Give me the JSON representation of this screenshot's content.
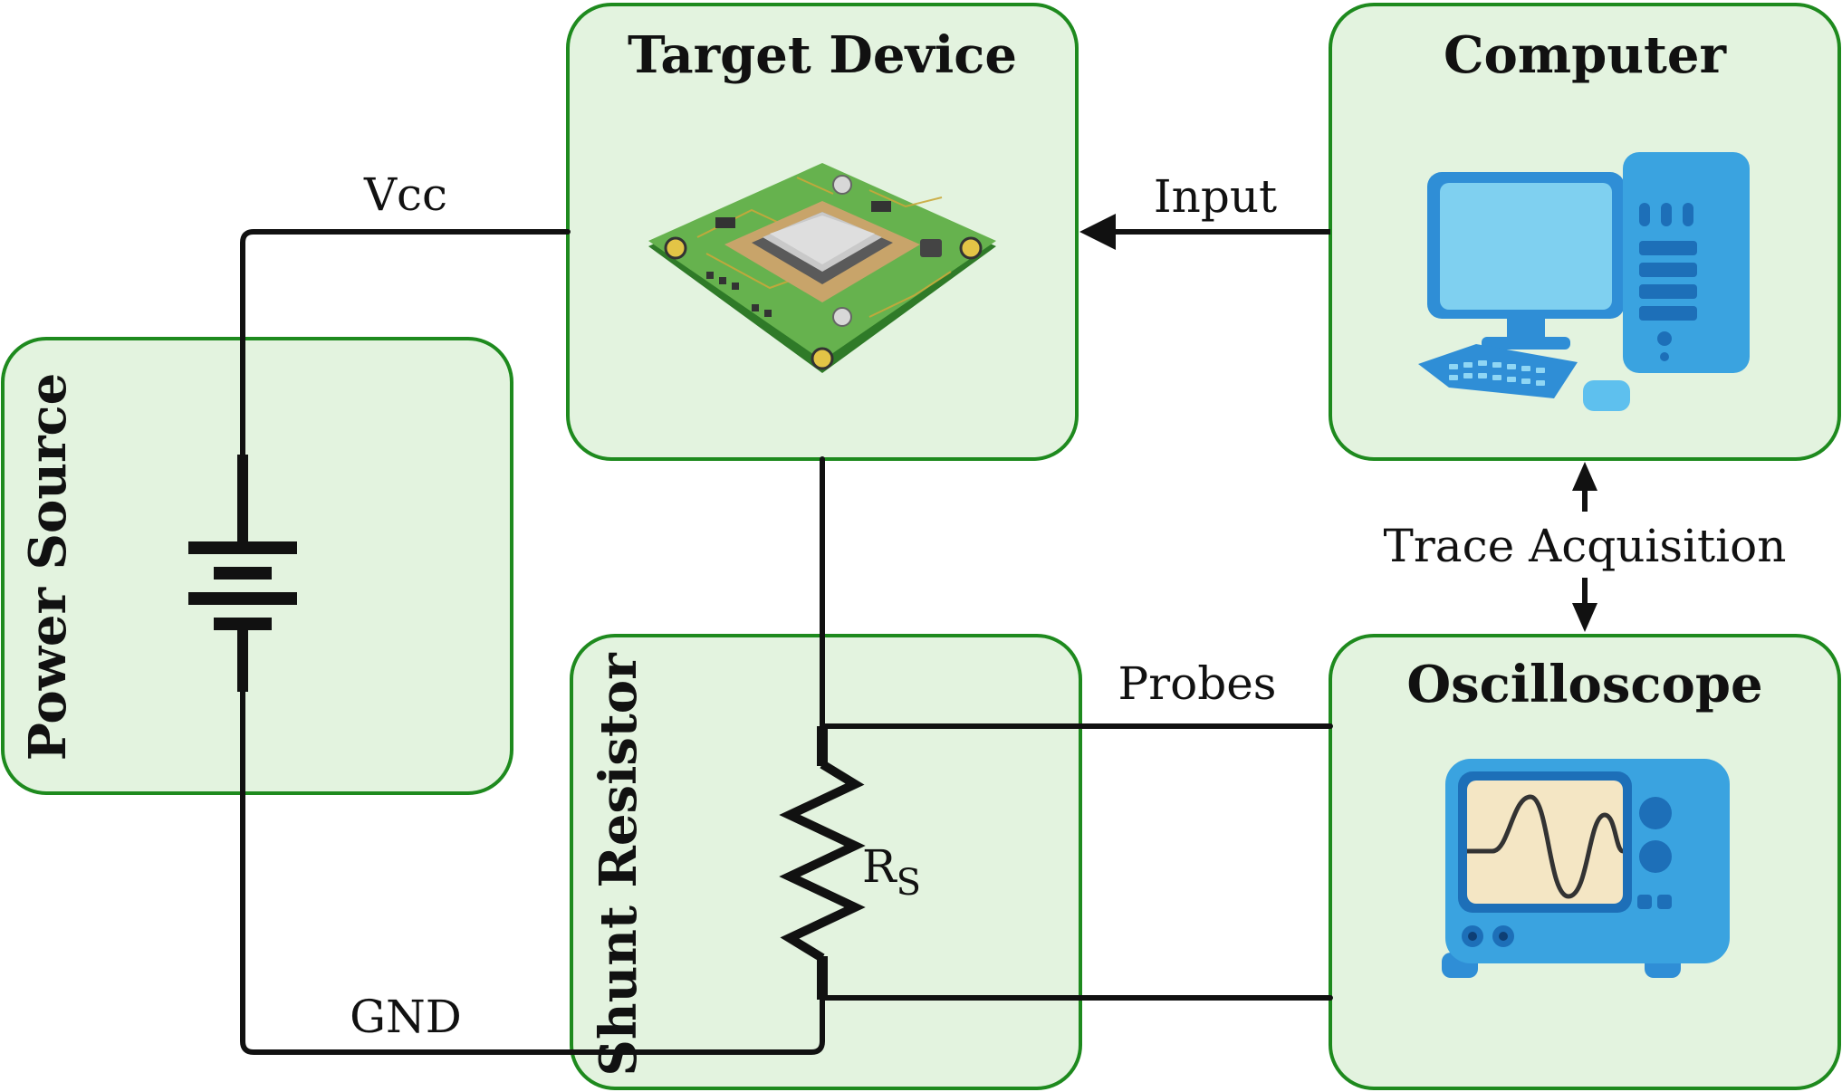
{
  "blocks": {
    "target_device": "Target Device",
    "computer": "Computer",
    "power_source": "Power Source",
    "shunt_resistor": "Shunt Resistor",
    "oscilloscope": "Oscilloscope"
  },
  "labels": {
    "vcc": "Vcc",
    "gnd": "GND",
    "input": "Input",
    "trace_acquisition": "Trace Acquisition",
    "probes": "Probes",
    "resistor_symbol": "R",
    "resistor_subscript": "S"
  },
  "icons": {
    "target_device": "circuit-board-chip",
    "computer": "desktop-computer",
    "oscilloscope": "oscilloscope",
    "power_source": "battery-symbol",
    "shunt_resistor": "resistor-symbol"
  },
  "colors": {
    "box_fill": "#e3f3df",
    "box_stroke": "#1e8a1e",
    "wire": "#111111",
    "device_blue": "#3aa3e0",
    "pcb_green": "#5fae4a"
  }
}
